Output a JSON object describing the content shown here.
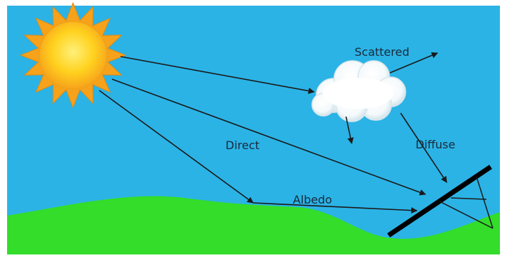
{
  "labels": {
    "scattered": "Scattered",
    "direct": "Direct",
    "diffuse": "Diffuse",
    "albedo": "Albedo"
  },
  "colors": {
    "sky": "#2bb3e6",
    "ground": "#33dd2a",
    "sun_core": "#ffd21f",
    "sun_rays": "#f7a21b",
    "cloud": "#ffffff",
    "cloud_shadow": "#cfe3ea",
    "arrows": "#1a1a1a",
    "panel": "#000000"
  },
  "icons": {
    "sun": "sun-icon",
    "cloud": "cloud-icon",
    "panel": "solar-panel-icon"
  }
}
